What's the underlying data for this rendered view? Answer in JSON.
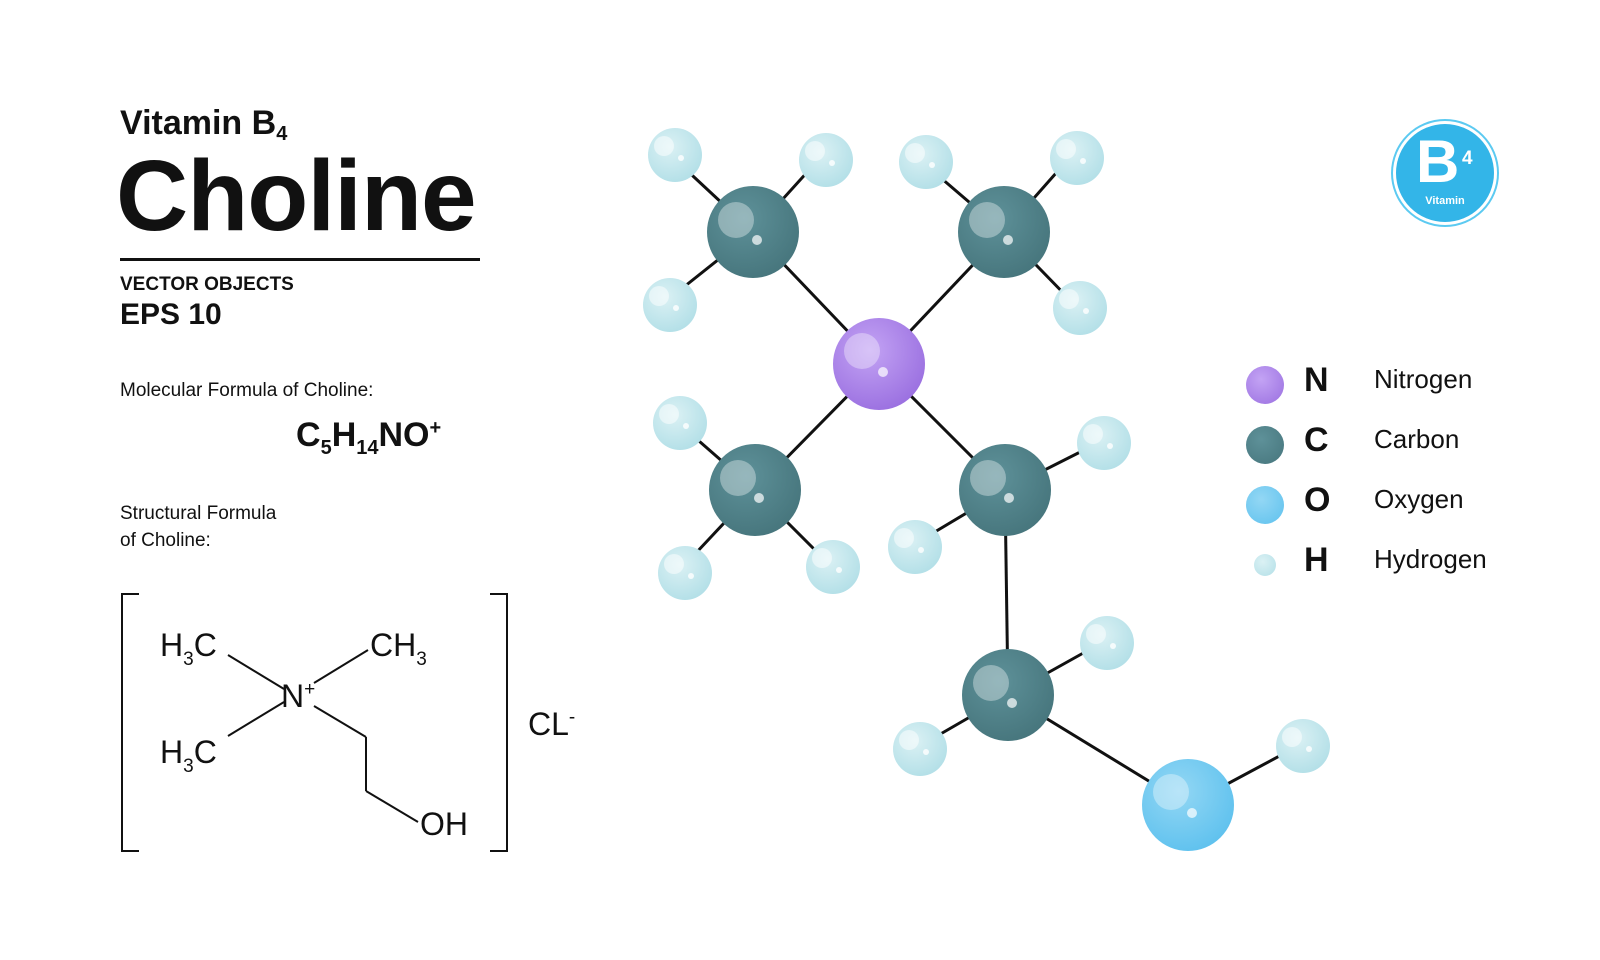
{
  "header": {
    "pre_title": "Vitamin B",
    "pre_title_sub": "4",
    "main_title": "Choline",
    "vector_objects": "VECTOR OBJECTS",
    "eps": "EPS 10"
  },
  "molecular": {
    "label": "Molecular Formula of Choline:",
    "formula": {
      "c": "C",
      "c_n": "5",
      "h": "H",
      "h_n": "14",
      "no": "NO",
      "charge": "+"
    }
  },
  "structural": {
    "label_line1": "Structural  Formula",
    "label_line2": "of Choline:",
    "h3c_top": {
      "h": "H",
      "n": "3",
      "c": "C"
    },
    "ch3": {
      "c": "CH",
      "n": "3"
    },
    "nitrogen": {
      "n": "N",
      "charge": "+"
    },
    "h3c_bottom": {
      "h": "H",
      "n": "3",
      "c": "C"
    },
    "oh": "OH",
    "counter_ion": {
      "cl": "CL",
      "charge": "-"
    }
  },
  "badge": {
    "letter": "B",
    "sup": "4",
    "word": "Vitamin"
  },
  "legend": [
    {
      "symbol": "N",
      "name": "Nitrogen",
      "color": "#a57ce6"
    },
    {
      "symbol": "C",
      "name": "Carbon",
      "color": "#4f8087"
    },
    {
      "symbol": "O",
      "name": "Oxygen",
      "color": "#6fc8ef"
    },
    {
      "symbol": "H",
      "name": "Hydrogen",
      "color": "#bfe6ec"
    }
  ],
  "colors": {
    "nitrogen": "#a57ce6",
    "carbon": "#4f8087",
    "oxygen": "#6fc8ef",
    "hydrogen": "#bfe6ec",
    "bond": "#111111",
    "badge": "#33b5e8"
  }
}
